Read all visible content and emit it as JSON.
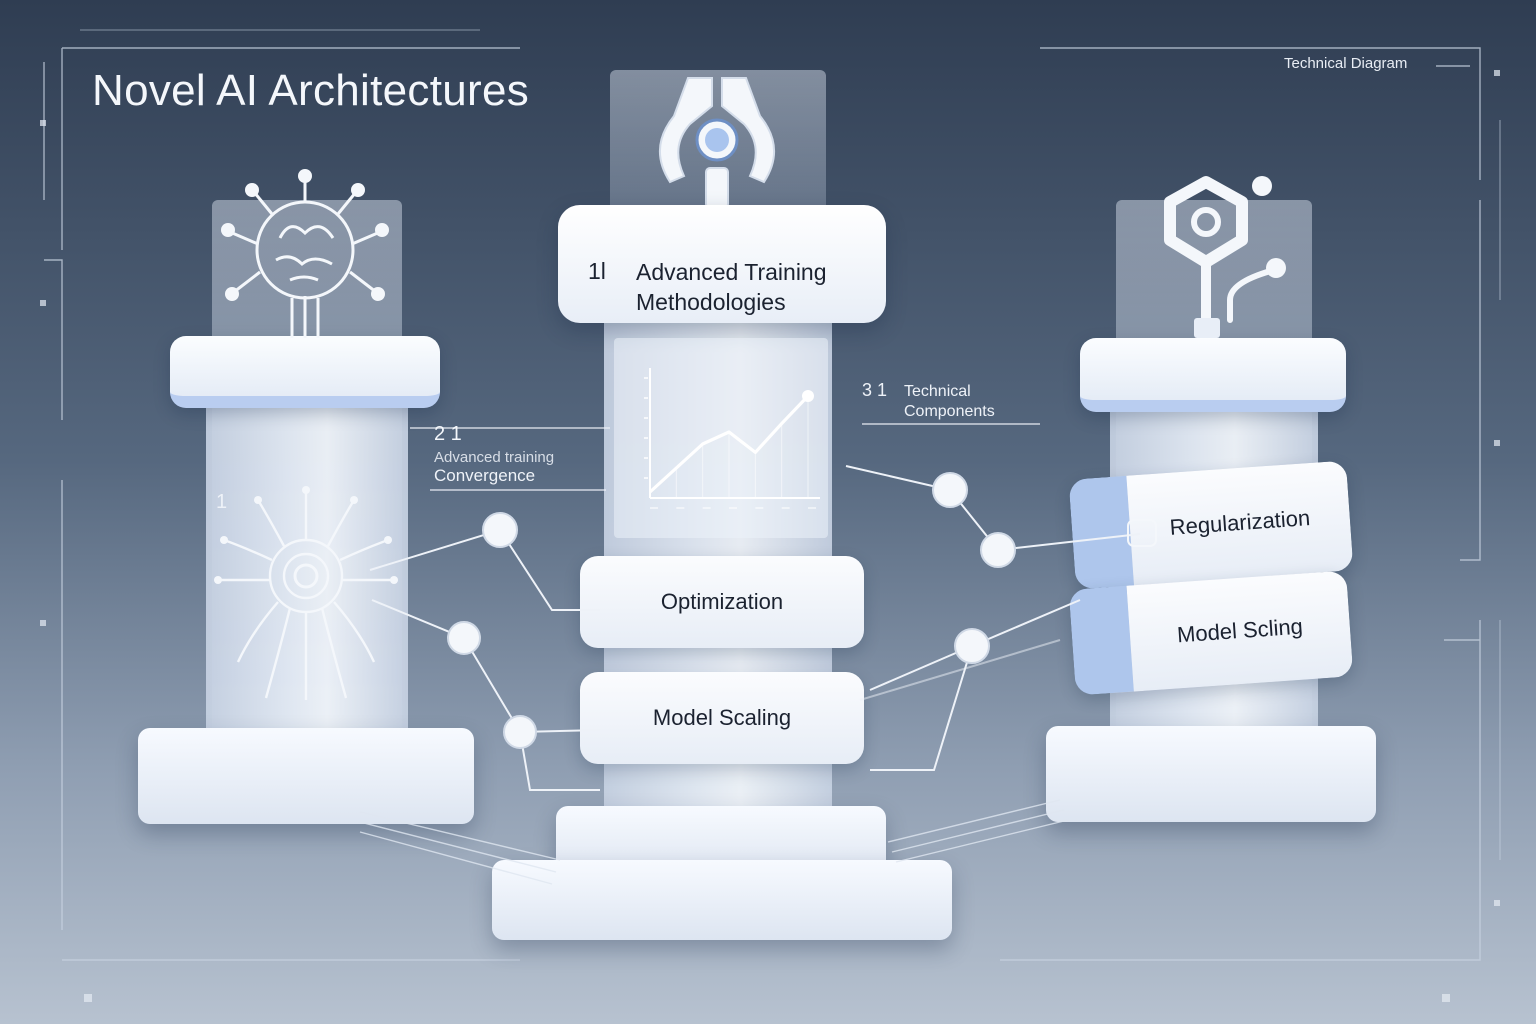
{
  "title": "Novel AI Architectures",
  "corner_tag": "Technical Diagram",
  "center": {
    "index": "1l",
    "title": "Advanced Training Methodologies",
    "blocks": [
      "Optimization",
      "Model Scaling"
    ]
  },
  "left": {
    "index": "1",
    "note_index": "2 1",
    "note_garbled": "Advanced training",
    "note_label": "Convergence"
  },
  "right": {
    "note_index": "3 1",
    "note_label": "Technical Components",
    "blocks": [
      "Regularization",
      "Model Scling"
    ]
  },
  "chart_data": {
    "type": "line",
    "x": [
      1,
      2,
      3,
      4,
      5,
      6,
      7
    ],
    "values": [
      0.05,
      0.25,
      0.45,
      0.55,
      0.38,
      0.62,
      0.85
    ],
    "xlabel": "",
    "ylabel": ""
  },
  "colors": {
    "accent_blue": "#aec6ec",
    "panel_white": "#f4f7fb",
    "background_top": "#2f3d52",
    "background_bottom": "#b7c2d0"
  },
  "icons": [
    "brain-icon",
    "neural-circuit-icon",
    "robot-hand-icon",
    "hexagon-node-icon"
  ]
}
